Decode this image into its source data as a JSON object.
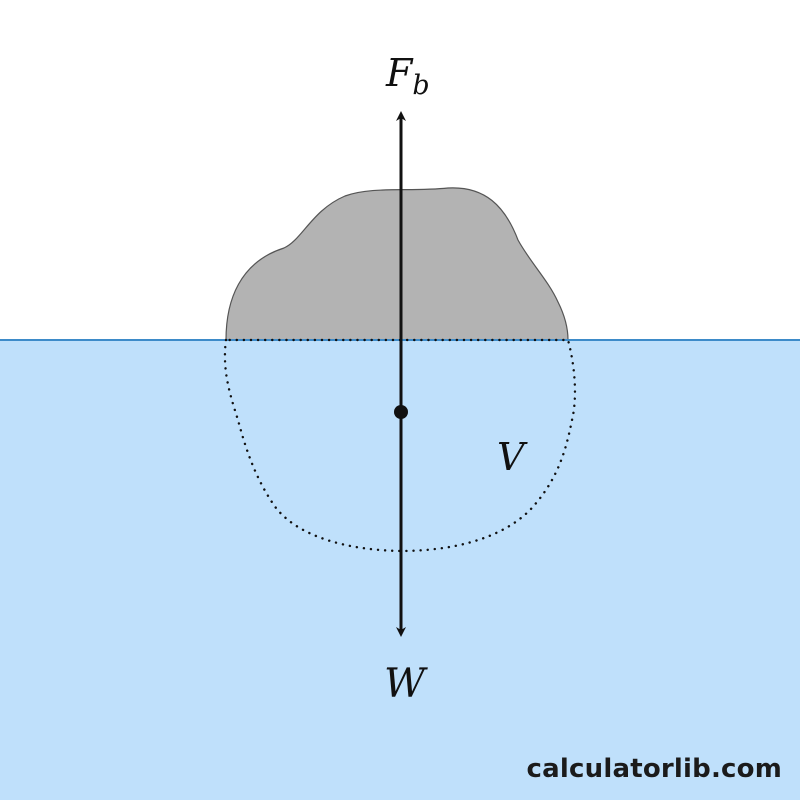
{
  "labels": {
    "buoyant_force_main": "F",
    "buoyant_force_sub": "b",
    "displaced_volume": "V",
    "weight": "W"
  },
  "watermark": "calculatorlib.com",
  "colors": {
    "background": "#ffffff",
    "water": "#bfe0fb",
    "water_surface": "#3d8bc9",
    "object_fill": "#b3b3b3",
    "object_outline": "#555555",
    "arrow": "#111111"
  }
}
